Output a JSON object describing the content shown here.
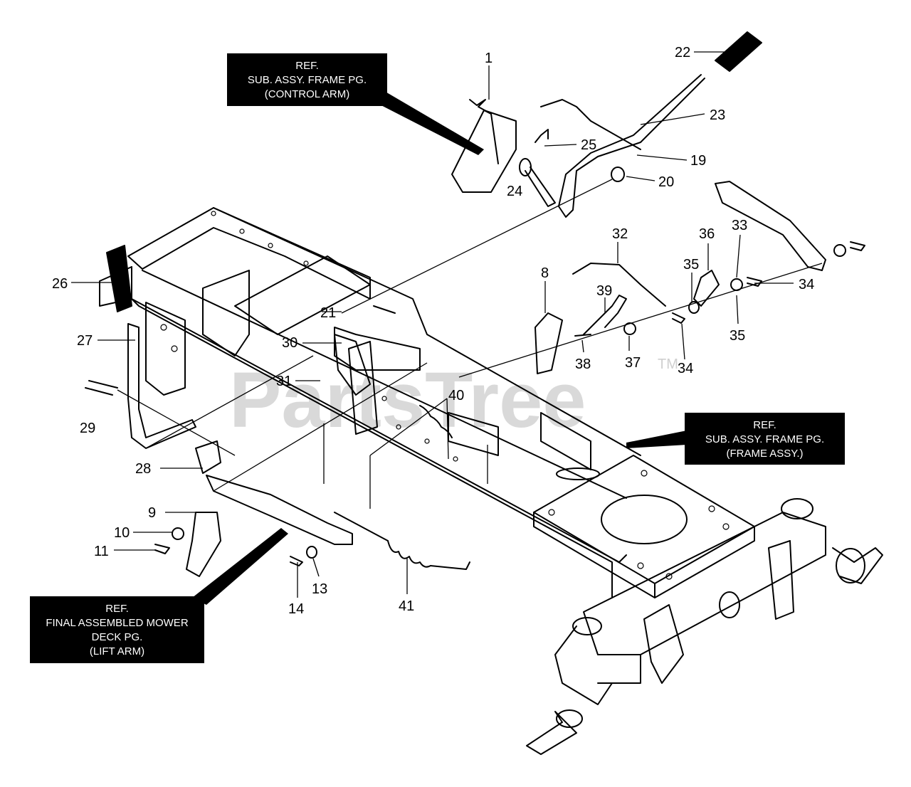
{
  "watermark": {
    "text": "PartsTree",
    "tm": "TM"
  },
  "ref_boxes": {
    "control_arm": [
      "REF.",
      "SUB. ASSY. FRAME PG.",
      "(CONTROL ARM)"
    ],
    "frame_assy": [
      "REF.",
      "SUB. ASSY. FRAME PG.",
      "(FRAME ASSY.)"
    ],
    "lift_arm": [
      "REF.",
      "FINAL ASSEMBLED MOWER",
      "DECK PG.",
      "(LIFT ARM)"
    ]
  },
  "part_numbers": {
    "p1": "1",
    "p8": "8",
    "p9": "9",
    "p10": "10",
    "p11": "11",
    "p13": "13",
    "p14": "14",
    "p19": "19",
    "p20": "20",
    "p21": "21",
    "p22": "22",
    "p23": "23",
    "p24": "24",
    "p25": "25",
    "p26": "26",
    "p27": "27",
    "p28": "28",
    "p29": "29",
    "p30": "30",
    "p31": "31",
    "p32": "32",
    "p33": "33",
    "p34a": "34",
    "p34b": "34",
    "p35a": "35",
    "p35b": "35",
    "p36": "36",
    "p37": "37",
    "p38": "38",
    "p39": "39",
    "p40": "40",
    "p41": "41"
  }
}
